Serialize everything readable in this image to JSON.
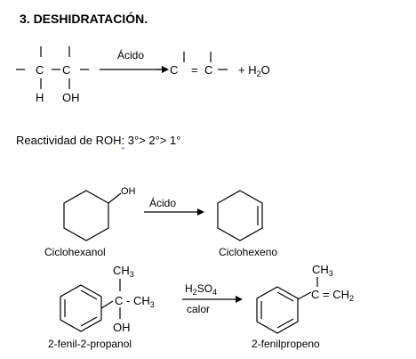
{
  "heading": "3. DESHIDRATACIÓN.",
  "general": {
    "arrow_label": "Ácido",
    "h": "H",
    "oh": "OH",
    "water_plus": "+ H",
    "water_sub": "2",
    "water_tail": "O",
    "eq_sign": "="
  },
  "reactivity": {
    "prefix": "Reactividad de ROH",
    "colon": ":",
    "order": "3°> 2°> 1°"
  },
  "reaction2": {
    "arrow_label": "Ácido",
    "reactant_label": "Ciclohexanol",
    "product_label": "Ciclohexeno",
    "oh": "OH"
  },
  "reaction3": {
    "reagent_top_main": "H",
    "reagent_top_sub1": "2",
    "reagent_top_mid": "SO",
    "reagent_top_sub2": "4",
    "reagent_bottom": "calor",
    "ch3_top": "CH",
    "ch3_top_sub": "3",
    "c_ch3": "C - CH",
    "c_ch3_sub": "3",
    "oh": "OH",
    "reactant_label": "2-fenil-2-propanol",
    "product_ch3": "CH",
    "product_ch3_sub": "3",
    "product_c": "C = CH",
    "product_c_sub": "2",
    "product_label": "2-fenilpropeno"
  }
}
